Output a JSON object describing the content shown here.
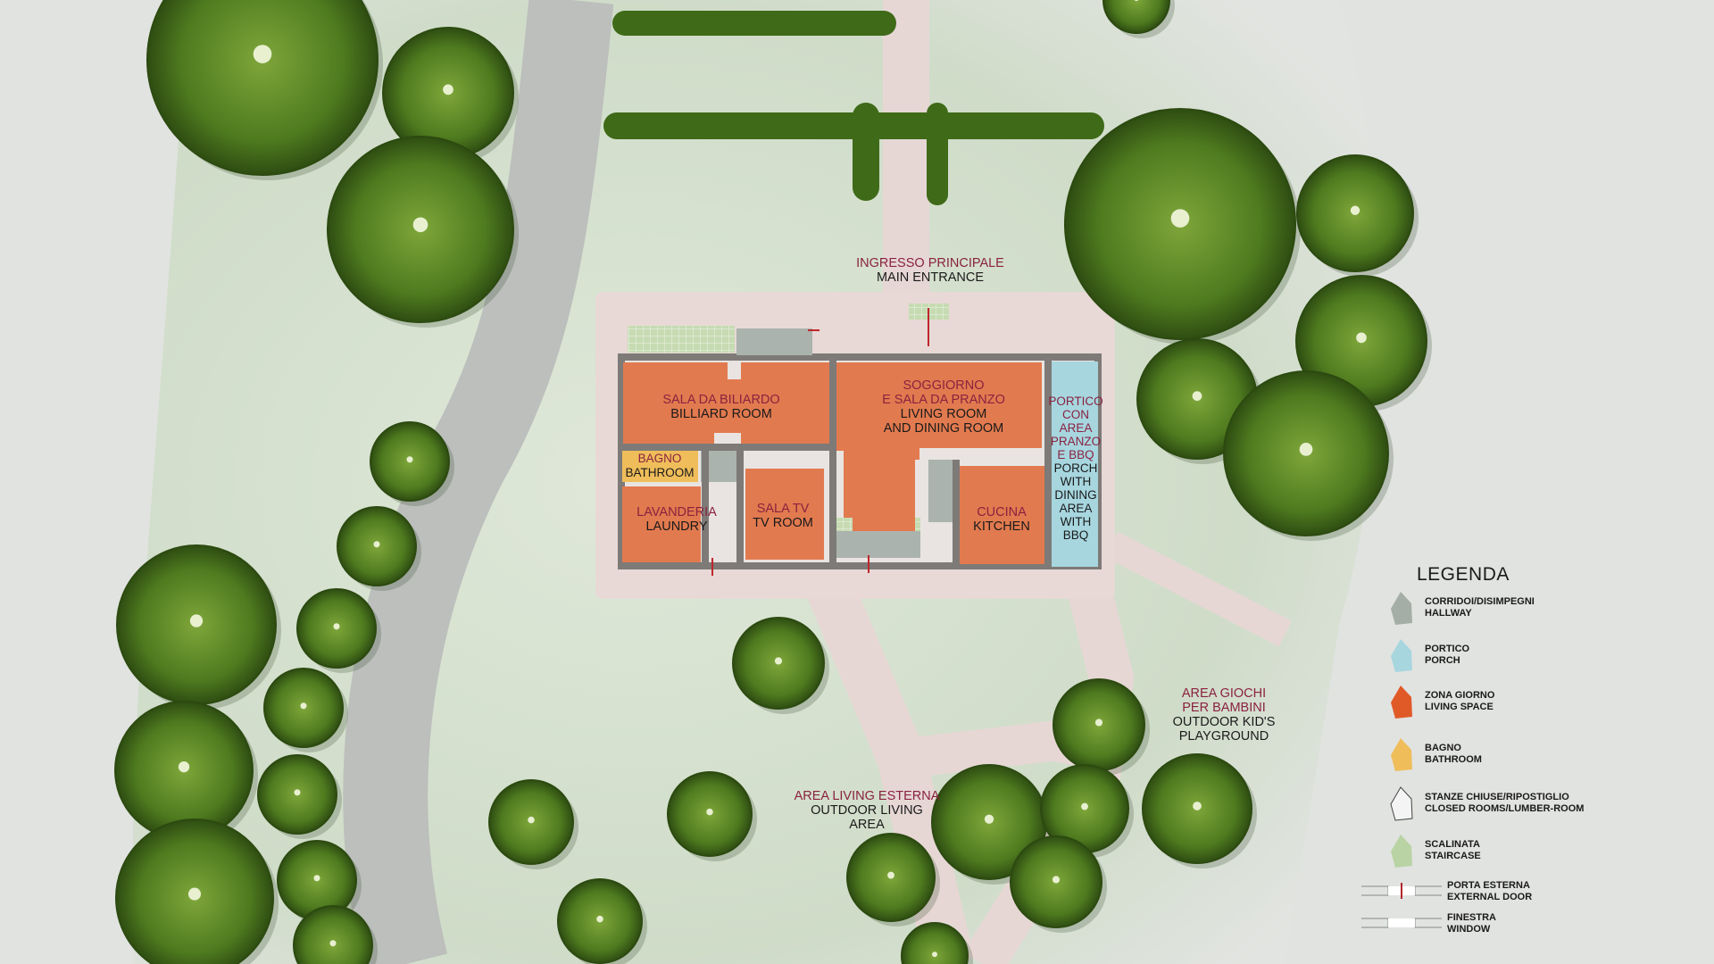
{
  "colors": {
    "hallway": "#a4aea6",
    "porch": "#a7d6df",
    "living_space": "#e07a50",
    "bathroom": "#efbd5a",
    "closed_rooms": "#f2f2f2",
    "staircase": "#b9d3a4",
    "label_italian": "#8a2240",
    "label_english": "#1a1a1a",
    "tree": "#4e7a1e",
    "path": "#e7d8d6",
    "road": "#b7bbb8"
  },
  "labels": {
    "main_entrance": {
      "it": "INGRESSO PRINCIPALE",
      "en": "MAIN ENTRANCE"
    },
    "billiard_room": {
      "it": "SALA DA BILIARDO",
      "en": "BILLIARD ROOM"
    },
    "living_room": {
      "it1": "SOGGIORNO",
      "it2": "E SALA DA PRANZO",
      "en1": "LIVING ROOM",
      "en2": "AND DINING ROOM"
    },
    "porch": {
      "it": [
        "PORTICO",
        "CON",
        "AREA",
        "PRANZO",
        "E BBQ"
      ],
      "en": [
        "PORCH",
        "WITH",
        "DINING",
        "AREA",
        "WITH",
        "BBQ"
      ]
    },
    "bathroom": {
      "it": "BAGNO",
      "en": "BATHROOM"
    },
    "laundry": {
      "it": "LAVANDERIA",
      "en": "LAUNDRY"
    },
    "tv_room": {
      "it": "SALA TV",
      "en": "TV ROOM"
    },
    "kitchen": {
      "it": "CUCINA",
      "en": "KITCHEN"
    },
    "playground": {
      "it1": "AREA GIOCHI",
      "it2": "PER BAMBINI",
      "en1": "OUTDOOR KID'S",
      "en2": "PLAYGROUND"
    },
    "outdoor_living": {
      "it": "AREA LIVING ESTERNA",
      "en1": "OUTDOOR LIVING",
      "en2": "AREA"
    }
  },
  "legend": {
    "title": "LEGENDA",
    "items": [
      {
        "it": "CORRIDOI/DISIMPEGNI",
        "en": "HALLWAY",
        "color": "#a4aea6"
      },
      {
        "it": "PORTICO",
        "en": "PORCH",
        "color": "#a7d6df"
      },
      {
        "it": "ZONA GIORNO",
        "en": "LIVING SPACE",
        "color": "#e05a28"
      },
      {
        "it": "BAGNO",
        "en": "BATHROOM",
        "color": "#efbd5a"
      },
      {
        "it": "STANZE CHIUSE/RIPOSTIGLIO",
        "en": "CLOSED ROOMS/LUMBER-ROOM",
        "color": "#f4f4f4"
      },
      {
        "it": "SCALINATA",
        "en": "STAIRCASE",
        "color": "#b9d3a4"
      }
    ],
    "door": {
      "it": "PORTA ESTERNA",
      "en": "EXTERNAL DOOR"
    },
    "window": {
      "it": "FINESTRA",
      "en": "WINDOW"
    }
  }
}
